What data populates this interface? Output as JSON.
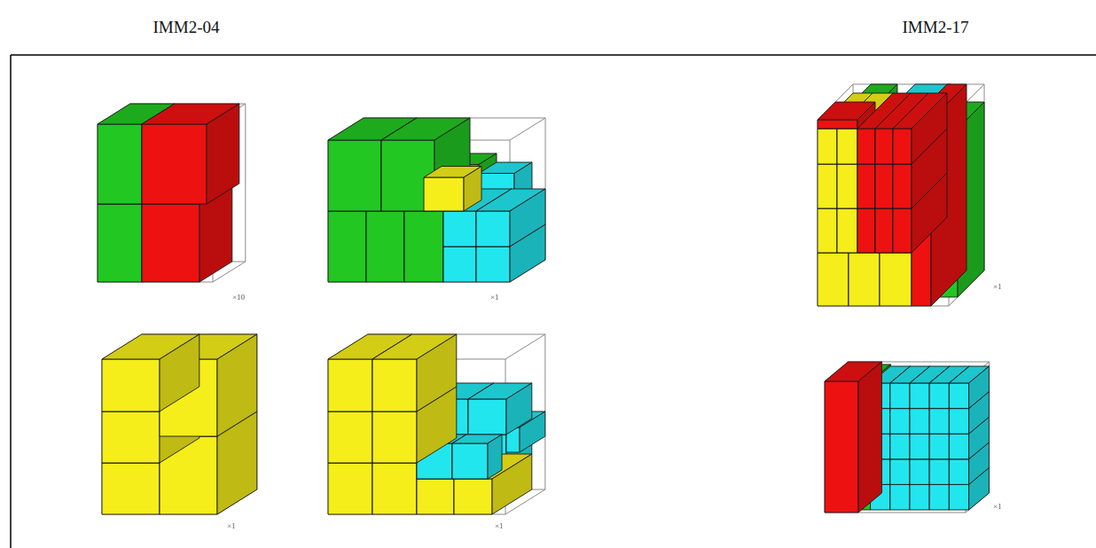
{
  "diagram": {
    "labels": [
      "IMM2-04",
      "IMM2-17",
      "×10",
      "×1",
      "×1",
      "×1",
      "×1",
      "×1"
    ]
  }
}
